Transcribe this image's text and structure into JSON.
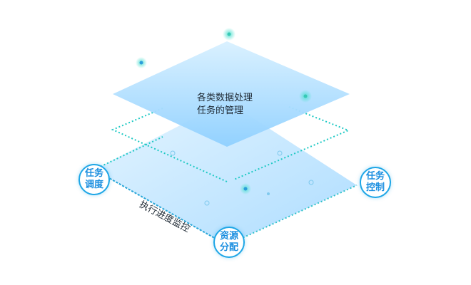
{
  "top_plane": {
    "line1": "各类数据处理",
    "line2": "任务的管理"
  },
  "bottom_plane": {
    "label": "执行进度监控"
  },
  "badges": {
    "left": {
      "line1": "任务",
      "line2": "调度"
    },
    "right": {
      "line1": "任务",
      "line2": "控制"
    },
    "bottom": {
      "line1": "资源",
      "line2": "分配"
    }
  },
  "colors": {
    "plane_top": "#a9dcff",
    "plane_bottom": "#c7e9ff",
    "dotted_line": "#1ec9c4",
    "badge_border": "#1ea6e6",
    "badge_text": "#1c8fe0"
  }
}
